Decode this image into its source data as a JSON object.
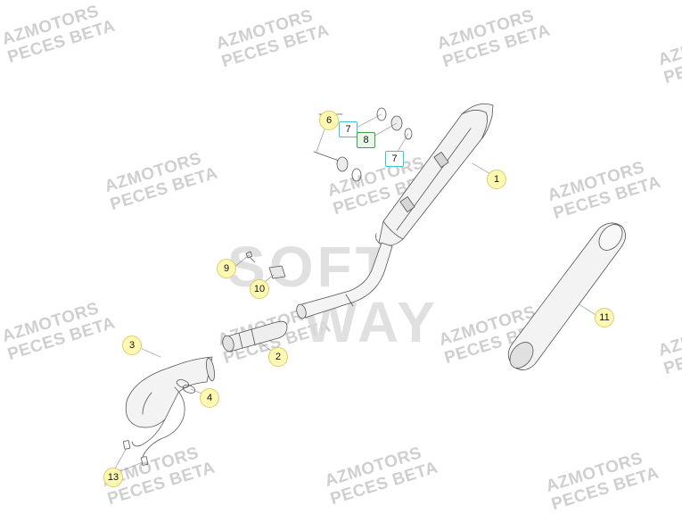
{
  "watermark": {
    "line1": "AZMOTORS",
    "line2": "PECES BETA"
  },
  "center_watermark": {
    "line1": "SOFT",
    "line2": "WAY"
  },
  "callouts": {
    "c1": "1",
    "c2": "2",
    "c3": "3",
    "c4": "4",
    "c6": "6",
    "c7a": "7",
    "c7b": "7",
    "c8": "8",
    "c9": "9",
    "c10": "10",
    "c11": "11",
    "c13": "13"
  },
  "colors": {
    "callout_fill": "#fff8b3",
    "box_cyan": "#39c6d8",
    "box_green": "#3aa34a",
    "watermark": "#cfcfcf"
  }
}
